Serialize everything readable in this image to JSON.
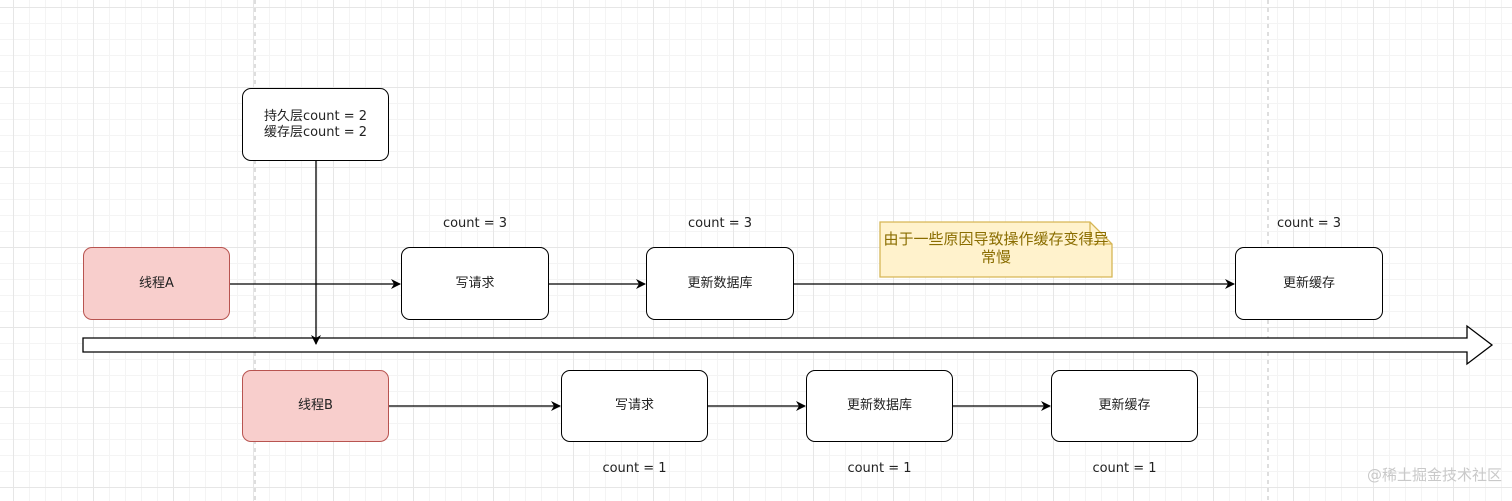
{
  "initial_state": {
    "line1": "持久层count = 2",
    "line2": "缓存层count = 2"
  },
  "thread_a": {
    "label": "线程A",
    "steps": [
      {
        "label": "写请求",
        "count": "count = 3"
      },
      {
        "label": "更新数据库",
        "count": "count = 3"
      },
      {
        "label": "更新缓存",
        "count": "count = 3"
      }
    ]
  },
  "thread_b": {
    "label": "线程B",
    "steps": [
      {
        "label": "写请求",
        "count": "count = 1"
      },
      {
        "label": "更新数据库",
        "count": "count = 1"
      },
      {
        "label": "更新缓存",
        "count": "count = 1"
      }
    ]
  },
  "note": "由于一些原因导致操作缓存变得异常慢",
  "watermark": "@稀土掘金技术社区",
  "colors": {
    "thread_fill": "#f8cecc",
    "thread_border": "#b85450",
    "note_fill": "#fff2cc",
    "note_border": "#d6b656",
    "note_text": "#8a6d00"
  }
}
